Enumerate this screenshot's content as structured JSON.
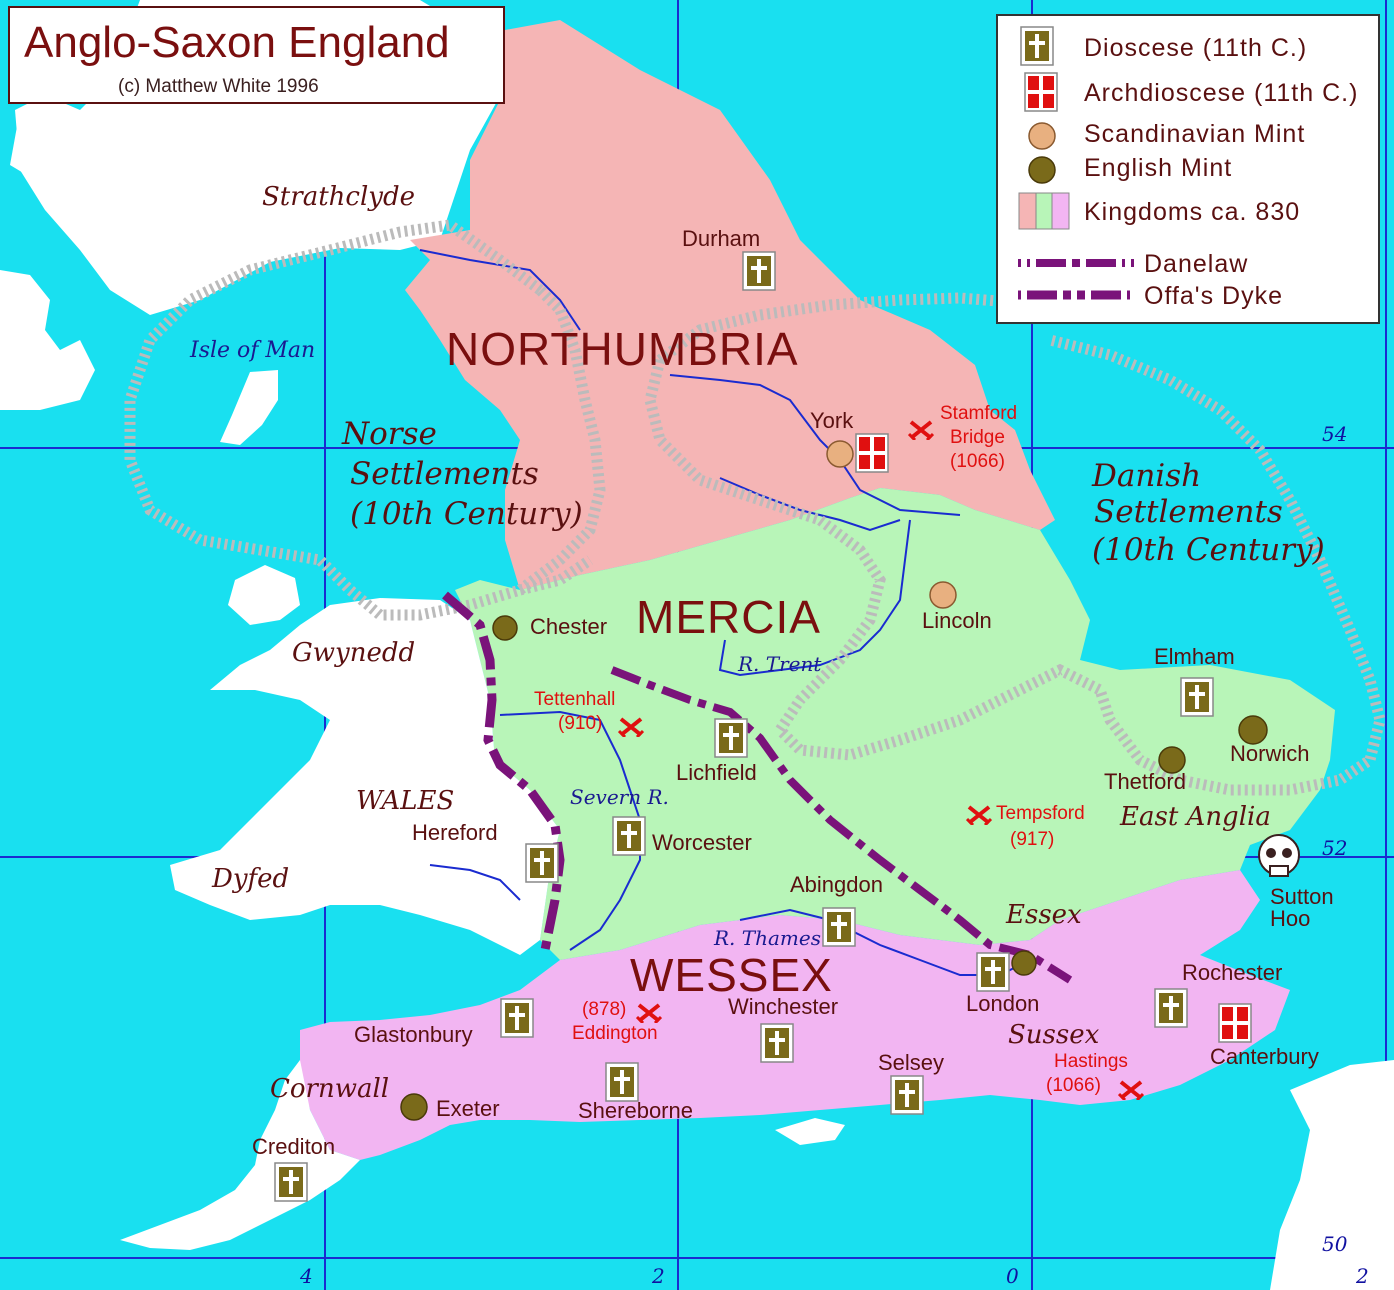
{
  "title": "Anglo-Saxon England",
  "credit": "(c) Matthew White 1996",
  "legend": {
    "diocese": "Dioscese (11th C.)",
    "archdiocese": "Archdioscese (11th C.)",
    "scandinavian_mint": "Scandinavian Mint",
    "english_mint": "English Mint",
    "kingdoms": "Kingdoms ca. 830",
    "danelaw": "Danelaw",
    "offas_dyke": "Offa's Dyke"
  },
  "kingdoms": {
    "northumbria": "NORTHUMBRIA",
    "mercia": "MERCIA",
    "wessex": "WESSEX"
  },
  "regions": {
    "strathclyde": "Strathclyde",
    "isle_of_man": "Isle of Man",
    "gwynedd": "Gwynedd",
    "wales": "WALES",
    "dyfed": "Dyfed",
    "cornwall": "Cornwall",
    "east_anglia": "East Anglia",
    "essex": "Essex",
    "sussex": "Sussex"
  },
  "settlements": {
    "norse": [
      "Norse",
      "Settlements",
      "(10th Century)"
    ],
    "danish": [
      "Danish",
      "Settlements",
      "(10th Century)"
    ]
  },
  "places": {
    "durham": "Durham",
    "york": "York",
    "chester": "Chester",
    "lincoln": "Lincoln",
    "lichfield": "Lichfield",
    "worcester": "Worcester",
    "hereford": "Hereford",
    "elmham": "Elmham",
    "norwich": "Norwich",
    "thetford": "Thetford",
    "sutton_hoo": [
      "Sutton",
      "Hoo"
    ],
    "abingdon": "Abingdon",
    "london": "London",
    "rochester": "Rochester",
    "canterbury": "Canterbury",
    "winchester": "Winchester",
    "glastonbury": "Glastonbury",
    "exeter": "Exeter",
    "shereborne": "Shereborne",
    "selsey": "Selsey",
    "crediton": "Crediton"
  },
  "battles": {
    "stamford_bridge": [
      "Stamford",
      "Bridge",
      "(1066)"
    ],
    "tettenhall": [
      "Tettenhall",
      "(910)"
    ],
    "tempsford": [
      "Tempsford",
      "(917)"
    ],
    "eddington": [
      "(878)",
      "Eddington"
    ],
    "hastings": [
      "Hastings",
      "(1066)"
    ]
  },
  "rivers": {
    "trent": "R. Trent",
    "severn": "Severn R.",
    "thames": "R. Thames"
  },
  "grid_labels": {
    "lat_54": "54",
    "lat_52": "52",
    "lat_50": "50",
    "lon_4": "4",
    "lon_2w": "2",
    "lon_0": "0",
    "lon_2e": "2"
  },
  "colors": {
    "sea": "#19e0f0",
    "land": "#ffffff",
    "northumbria": "#f5b5b5",
    "mercia": "#b8f5b8",
    "wessex": "#f2b5f2",
    "grid": "#1a2bd0",
    "dyke": "#7a137a",
    "mint": "#7a6a1a",
    "scandinavian_mint": "#e8b080",
    "archdiocese": "#e01010",
    "text": "#5a1010"
  }
}
